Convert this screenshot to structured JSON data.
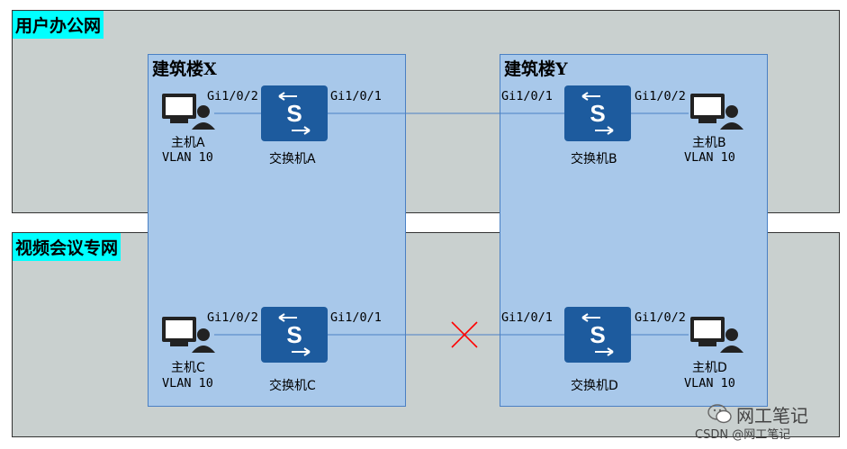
{
  "zones": {
    "office": "用户办公网",
    "video": "视频会议专网"
  },
  "buildings": {
    "x": "建筑楼X",
    "y": "建筑楼Y"
  },
  "switches": {
    "a": {
      "name": "交换机A",
      "port_left": "Gi1/0/2",
      "port_right": "Gi1/0/1"
    },
    "b": {
      "name": "交换机B",
      "port_left": "Gi1/0/1",
      "port_right": "Gi1/0/2"
    },
    "c": {
      "name": "交换机C",
      "port_left": "Gi1/0/2",
      "port_right": "Gi1/0/1"
    },
    "d": {
      "name": "交换机D",
      "port_left": "Gi1/0/1",
      "port_right": "Gi1/0/2"
    }
  },
  "hosts": {
    "a": {
      "name": "主机A",
      "vlan": "VLAN 10"
    },
    "b": {
      "name": "主机B",
      "vlan": "VLAN 10"
    },
    "c": {
      "name": "主机C",
      "vlan": "VLAN 10"
    },
    "d": {
      "name": "主机D",
      "vlan": "VLAN 10"
    }
  },
  "icons": {
    "switch": "switch-icon",
    "host": "computer-user-icon",
    "broken_link": "x-mark-icon",
    "wechat": "wechat-icon"
  },
  "colors": {
    "zone_bg": "#c9d0cf",
    "zone_label_bg": "#00ffff",
    "building_bg": "#a8c8ea",
    "switch": "#1d5b9e",
    "broken": "#ff0000"
  },
  "watermark": {
    "brand": "网工笔记",
    "csdn": "CSDN @网工笔记"
  }
}
